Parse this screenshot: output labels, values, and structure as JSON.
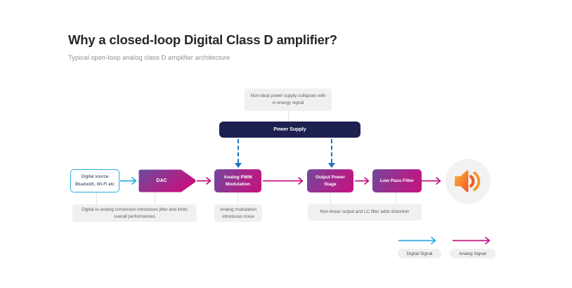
{
  "header": {
    "title": "Why a closed-loop Digital Class D amplifier?",
    "subtitle": "Typical open-loop analog class D amplifier architecture"
  },
  "diagram": {
    "power_note": "Non-ideal power supply collapses with in-energy signal",
    "power_supply_label": "Power Supply",
    "source": {
      "line1": "Digital source",
      "line2": "Bluetooth, Wi-Fi etc"
    },
    "stages": {
      "dac": "DAC",
      "pwm": "Analog PWM Modulation",
      "output": "Output Power Stage",
      "filter": "Low Pass Filter"
    },
    "stage_notes": {
      "dac": "Digital-to-analog conversion introduces jitter and limits overall performances",
      "pwm": "Analog modulation introduces noise",
      "output": "Non-linear output and LC filter adds distortion"
    },
    "speaker_icon": "speaker-icon"
  },
  "legend": {
    "digital": "Digital Signal",
    "analog": "Analog Signal"
  },
  "colors": {
    "digital_signal_cyan": "#29abe2",
    "analog_signal_magenta": "#c3137f",
    "block_gradient_start": "#71489c",
    "block_gradient_end": "#c3137f",
    "power_supply_navy": "#1c2150",
    "supply_arrow_blue": "#1f74bd",
    "speaker_orange": "#f7941e",
    "note_bg": "#f0f0f1"
  }
}
